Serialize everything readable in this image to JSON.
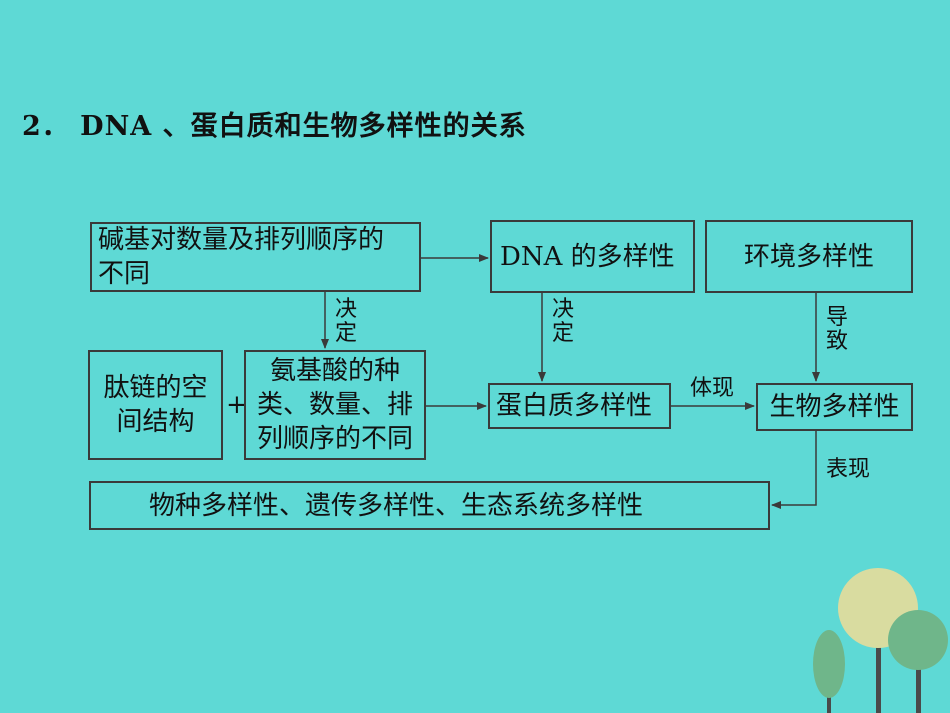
{
  "title": "2． DNA 、蛋白质和生物多样性的关系",
  "boxes": {
    "base_seq": "碱基对数量及排列顺序的不同",
    "dna_div": "DNA 的多样性",
    "env_div": "环境多样性",
    "peptide": "肽链的空间结构",
    "amino": "氨基酸的种类、数量、排列顺序的不同",
    "protein_div": "蛋白质多样性",
    "bio_div": "生物多样性",
    "all_div": "物种多样性、遗传多样性、生态系统多样性"
  },
  "labels": {
    "decide1": "决定",
    "decide2": "决定",
    "lead": "导致",
    "embody": "体现",
    "express": "表现",
    "plus": "+"
  },
  "colors": {
    "background": "#5ed9d5",
    "line": "#3a3a3a",
    "tree_yellow": "#d9dca0",
    "tree_green": "#6fb68a",
    "trunk": "#4a4a4a"
  }
}
